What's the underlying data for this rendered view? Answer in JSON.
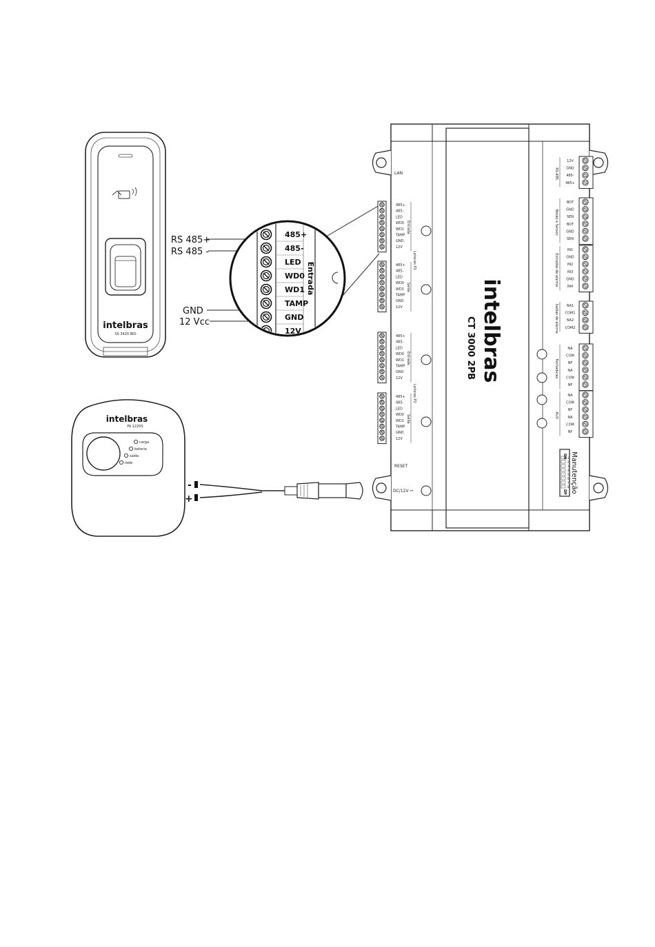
{
  "reader": {
    "brand": "intelbras",
    "model": "SS 3420 BIO"
  },
  "wire_labels": {
    "rs485_plus": "RS 485+",
    "rs485_minus": "RS 485 -",
    "gnd": "GND",
    "vcc": "12 Vcc"
  },
  "zoom": {
    "terminals": [
      "485+",
      "485-",
      "LED",
      "WD0",
      "WD1",
      "TAMP",
      "GND",
      "12V"
    ],
    "group_label": "Entrada"
  },
  "psu": {
    "brand": "intelbras",
    "model": "FA 1220S",
    "leds": [
      "carga",
      "bateria",
      "saída",
      "rede"
    ],
    "minus": "-",
    "plus": "+"
  },
  "controller": {
    "brand": "intelbras",
    "model": "CT 3000 2PB",
    "lan": "LAN",
    "reset": "RESET",
    "dc": "DC/12V ⎓",
    "left_groups": [
      {
        "terminals": [
          "485+",
          "485-",
          "LED",
          "WD0",
          "WD1",
          "TAMP",
          "GND",
          "12V"
        ],
        "side": "Entrada"
      },
      {
        "terminals": [
          "485+",
          "485-",
          "LED",
          "WD0",
          "WD1",
          "TAMP",
          "GND",
          "12V"
        ],
        "side": "Saída"
      },
      {
        "terminals": [
          "485+",
          "485-",
          "LED",
          "WD0",
          "WD1",
          "TAMP",
          "GND",
          "12V"
        ],
        "side": "Entrada"
      },
      {
        "terminals": [
          "485+",
          "485-",
          "LED",
          "WD0",
          "WD1",
          "TAMP",
          "GND",
          "12V"
        ],
        "side": "Saída"
      }
    ],
    "left_pair_labels": [
      "Leitoras P1",
      "Leitoras P2"
    ],
    "right_groups": [
      {
        "terminals": [
          "12V",
          "GND",
          "485-",
          "485+"
        ],
        "side": "RS-485"
      },
      {
        "terminals": [
          "BOT",
          "GND",
          "SEN",
          "BOT",
          "GND",
          "SEN"
        ],
        "side": "Botão e Sensor"
      },
      {
        "terminals": [
          "IN1",
          "GND",
          "IN2",
          "IN3",
          "GND",
          "IN4"
        ],
        "side": "Entradas de alarme"
      },
      {
        "terminals": [
          "NA1",
          "COM1",
          "NA2",
          "COM2"
        ],
        "side": "Saídas de alarme"
      },
      {
        "terminals": [
          "NA",
          "COM",
          "NF",
          "NA",
          "COM",
          "NF"
        ],
        "side": "Fechaduras"
      },
      {
        "terminals": [
          "NA",
          "COM",
          "NF",
          "NA",
          "COM",
          "NF"
        ],
        "side": "AUX"
      }
    ],
    "dip_title": "Manutenção",
    "dip_on": "ON",
    "dip_dp": "DP",
    "dip_numbers": [
      "1",
      "2",
      "3",
      "4",
      "5",
      "6",
      "7",
      "8"
    ]
  }
}
